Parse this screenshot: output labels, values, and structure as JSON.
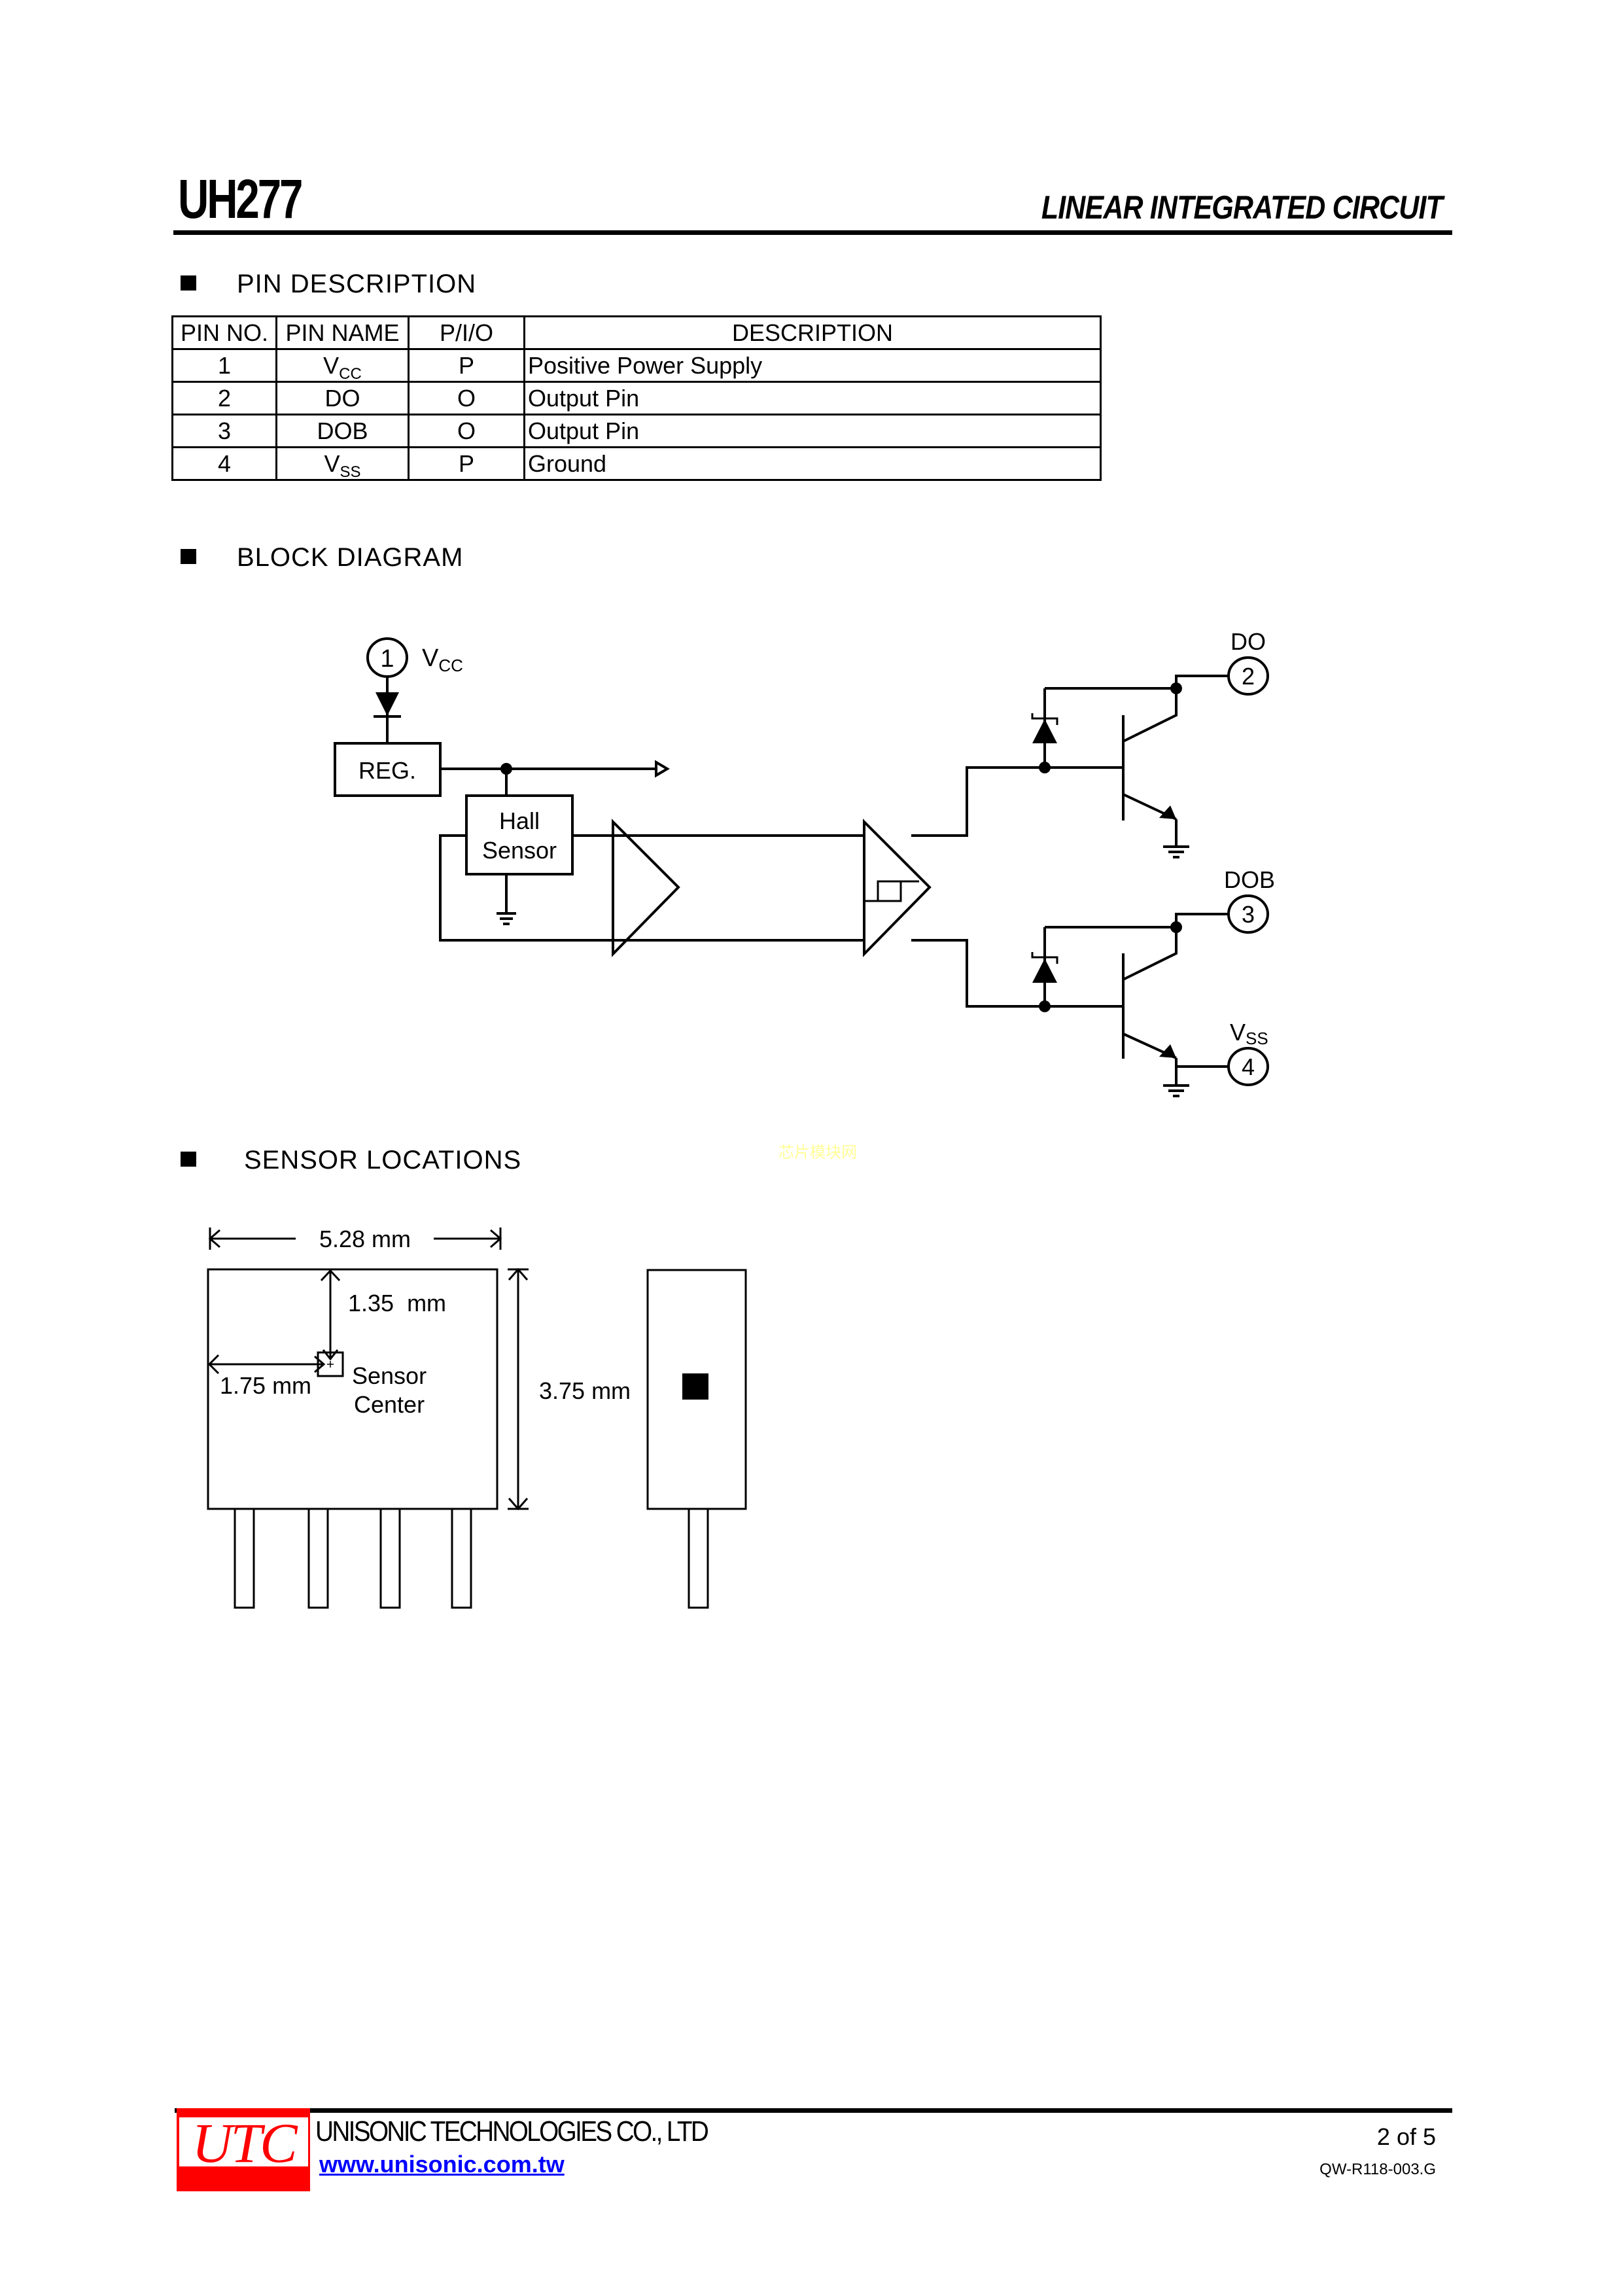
{
  "header": {
    "part_number": "UH277",
    "category": "LINEAR INTEGRATED CIRCUIT"
  },
  "sections": {
    "pin_description": "PIN DESCRIPTION",
    "block_diagram": "BLOCK DIAGRAM",
    "sensor_locations": "SENSOR LOCATIONS"
  },
  "pin_table": {
    "headers": [
      "PIN NO.",
      "PIN NAME",
      "P/I/O",
      "DESCRIPTION"
    ],
    "rows": [
      {
        "no": "1",
        "name": "V",
        "name_sub": "CC",
        "pio": "P",
        "desc": "Positive Power Supply"
      },
      {
        "no": "2",
        "name": "DO",
        "name_sub": "",
        "pio": "O",
        "desc": "Output Pin"
      },
      {
        "no": "3",
        "name": "DOB",
        "name_sub": "",
        "pio": "O",
        "desc": "Output Pin"
      },
      {
        "no": "4",
        "name": "V",
        "name_sub": "SS",
        "pio": "P",
        "desc": "Ground"
      }
    ]
  },
  "block_diagram": {
    "pin1": "1",
    "vcc_label": "V",
    "vcc_sub": "CC",
    "reg_label": "REG.",
    "hall_line1": "Hall",
    "hall_line2": "Sensor",
    "do_label": "DO",
    "pin2": "2",
    "dob_label": "DOB",
    "pin3": "3",
    "vss_label": "V",
    "vss_sub": "SS",
    "pin4": "4"
  },
  "sensor_locations": {
    "width_dim": "5.28 mm",
    "top_offset_dim": "1.35  mm",
    "left_offset_dim": "1.75 mm",
    "sensor_line1": "Sensor",
    "sensor_line2": "Center",
    "height_dim": "3.75 mm"
  },
  "watermark": "芯片模块网",
  "footer": {
    "logo_text": "UTC",
    "company": "UNISONIC TECHNOLOGIES CO., LTD",
    "url": "www.unisonic.com.tw",
    "page": "2 of 5",
    "doc_number": "QW-R118-003.G"
  },
  "colors": {
    "logo_red": "#ff0000",
    "link_blue": "#0000ff",
    "watermark_yellow": "#ffff99"
  }
}
